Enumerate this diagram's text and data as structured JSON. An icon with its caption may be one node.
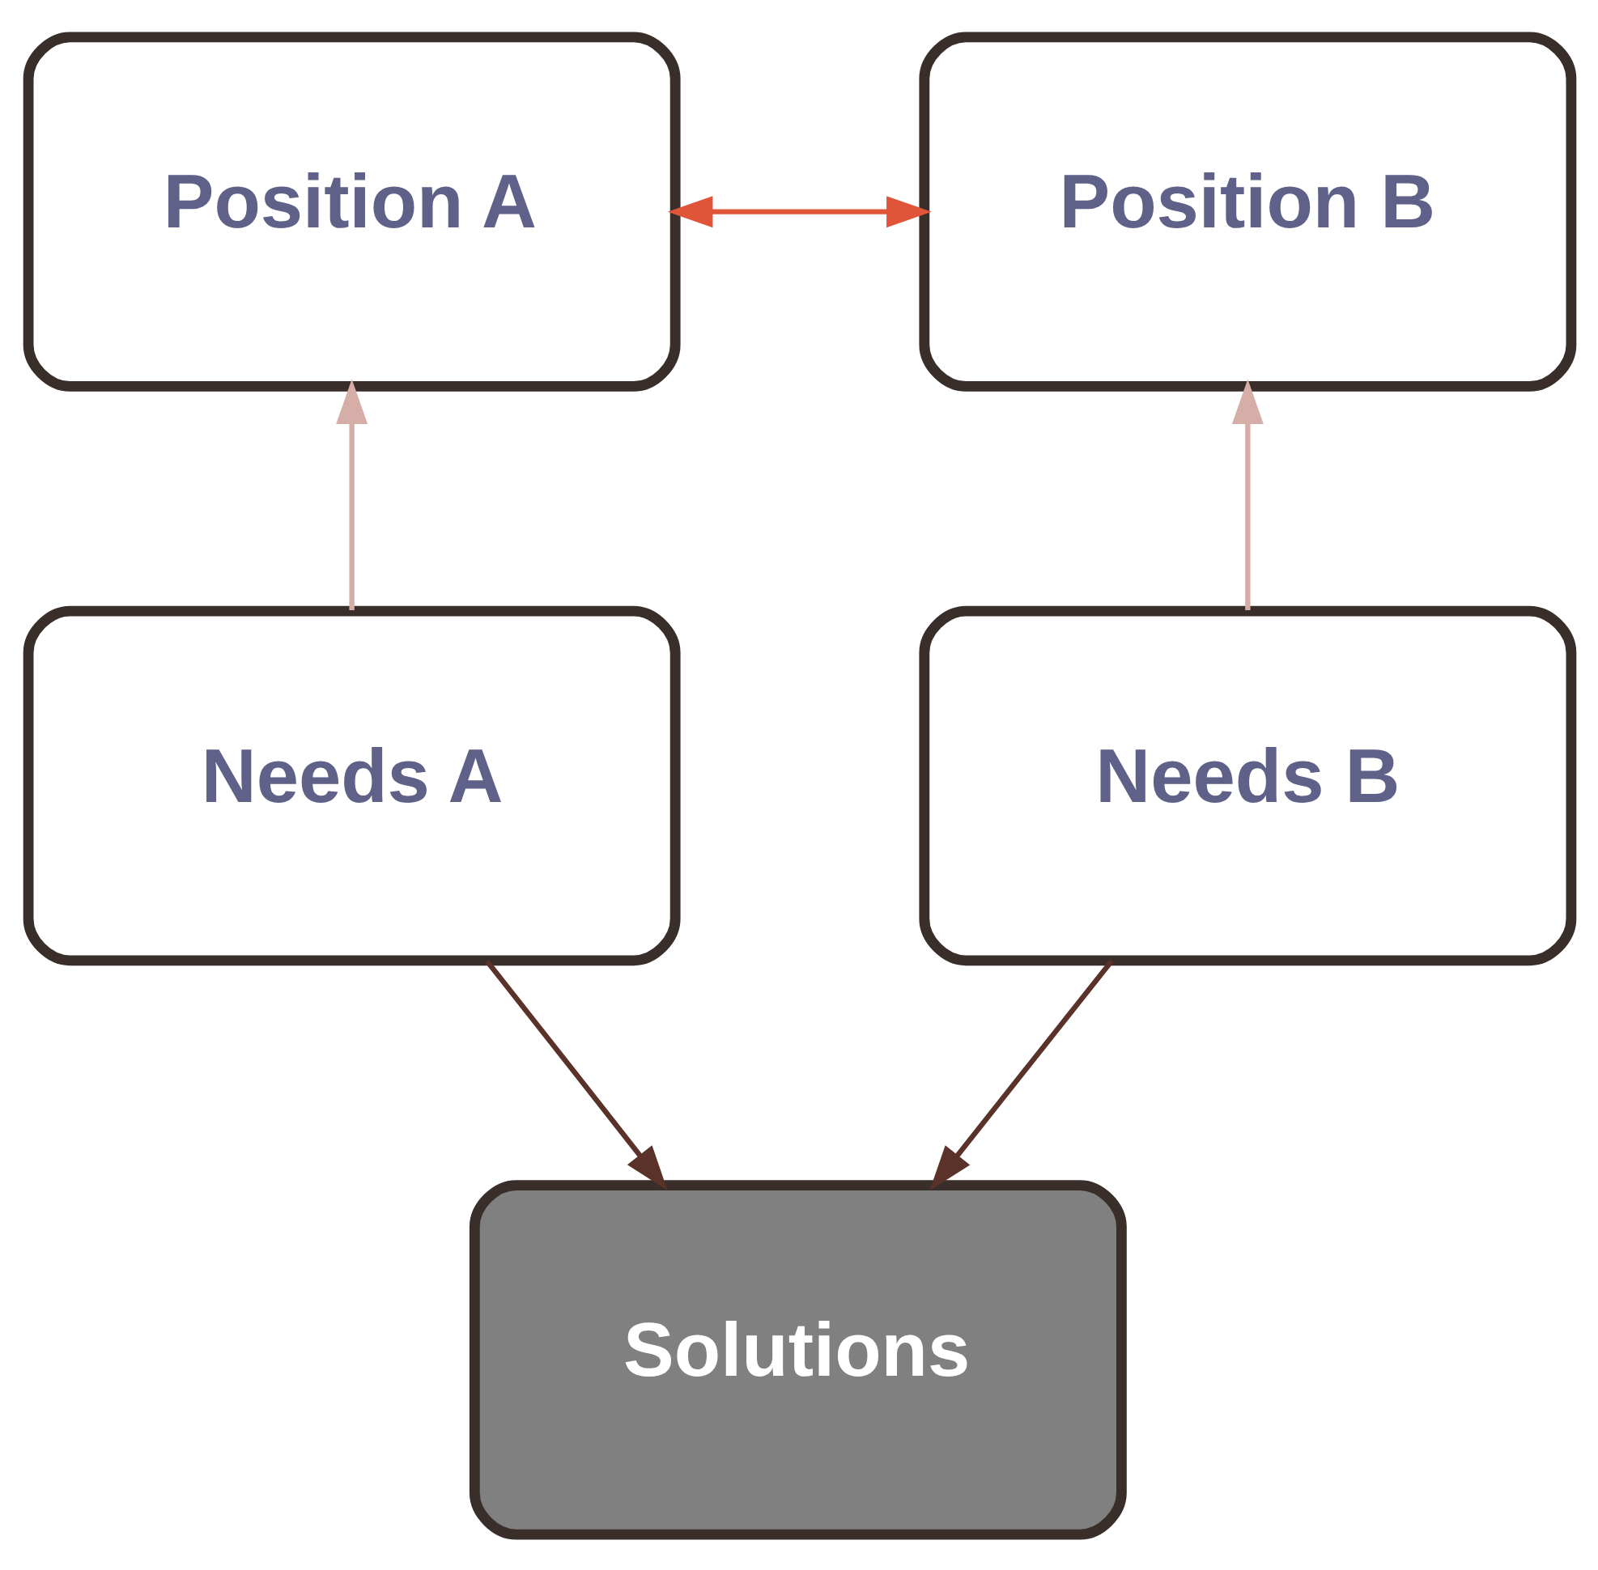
{
  "diagram": {
    "nodes": [
      {
        "text": [
          "Position A"
        ]
      },
      {
        "text": [
          "Position B"
        ]
      },
      {
        "text": [
          "Needs A"
        ]
      },
      {
        "text": [
          "Needs B"
        ]
      },
      {
        "text": [
          "Solutions"
        ]
      }
    ],
    "edges": [
      {
        "from": 0,
        "to": 1,
        "arrow": "both",
        "color": "#e0553a"
      },
      {
        "from": 2,
        "to": 0,
        "arrow": "to",
        "color": "#d6aea8"
      },
      {
        "from": 3,
        "to": 1,
        "arrow": "to",
        "color": "#d6aea8"
      },
      {
        "from": 2,
        "to": 4,
        "arrow": "to",
        "color": "#5a3229"
      },
      {
        "from": 3,
        "to": 4,
        "arrow": "to",
        "color": "#5a3229"
      }
    ]
  }
}
